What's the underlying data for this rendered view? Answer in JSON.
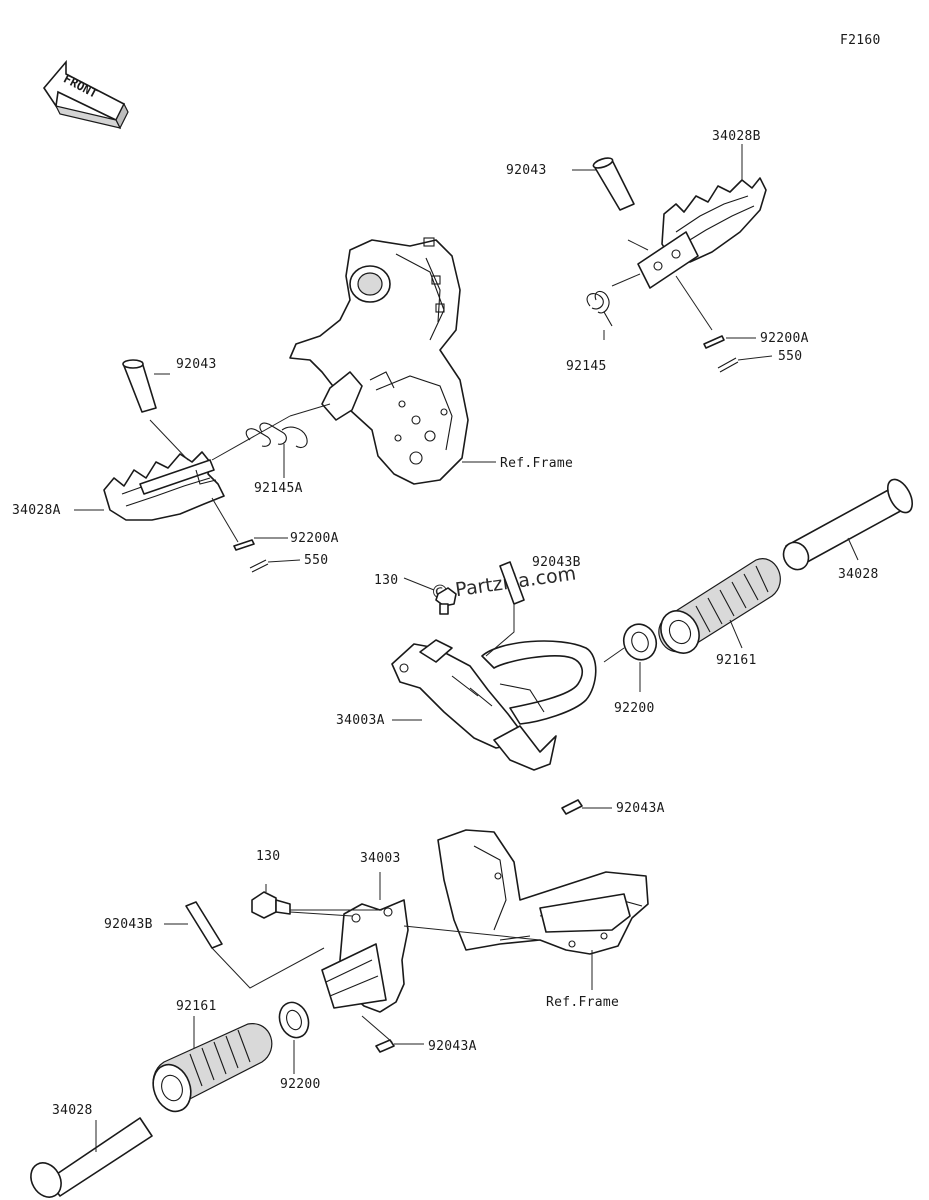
{
  "figure_code": "F2160",
  "front_label": "FRONT",
  "watermark": "© Partzilla.com",
  "labels": {
    "p_34028B": "34028B",
    "p_92043_right": "92043",
    "p_92145": "92145",
    "p_92200A_right": "92200A",
    "p_550_right": "550",
    "p_92043_left": "92043",
    "p_92145A": "92145A",
    "p_34028A": "34028A",
    "p_92200A_left": "92200A",
    "p_550_left": "550",
    "p_ref_frame_top": "Ref.Frame",
    "p_130_mid": "130",
    "p_92043B_mid": "92043B",
    "p_34028_mid": "34028",
    "p_92161_mid": "92161",
    "p_92200_mid": "92200",
    "p_34003A": "34003A",
    "p_92043A_mid": "92043A",
    "p_130_low": "130",
    "p_34003": "34003",
    "p_92043B_low": "92043B",
    "p_ref_frame_low": "Ref.Frame",
    "p_92161_low": "92161",
    "p_92043A_low": "92043A",
    "p_92200_low": "92200",
    "p_34028_low": "34028"
  }
}
